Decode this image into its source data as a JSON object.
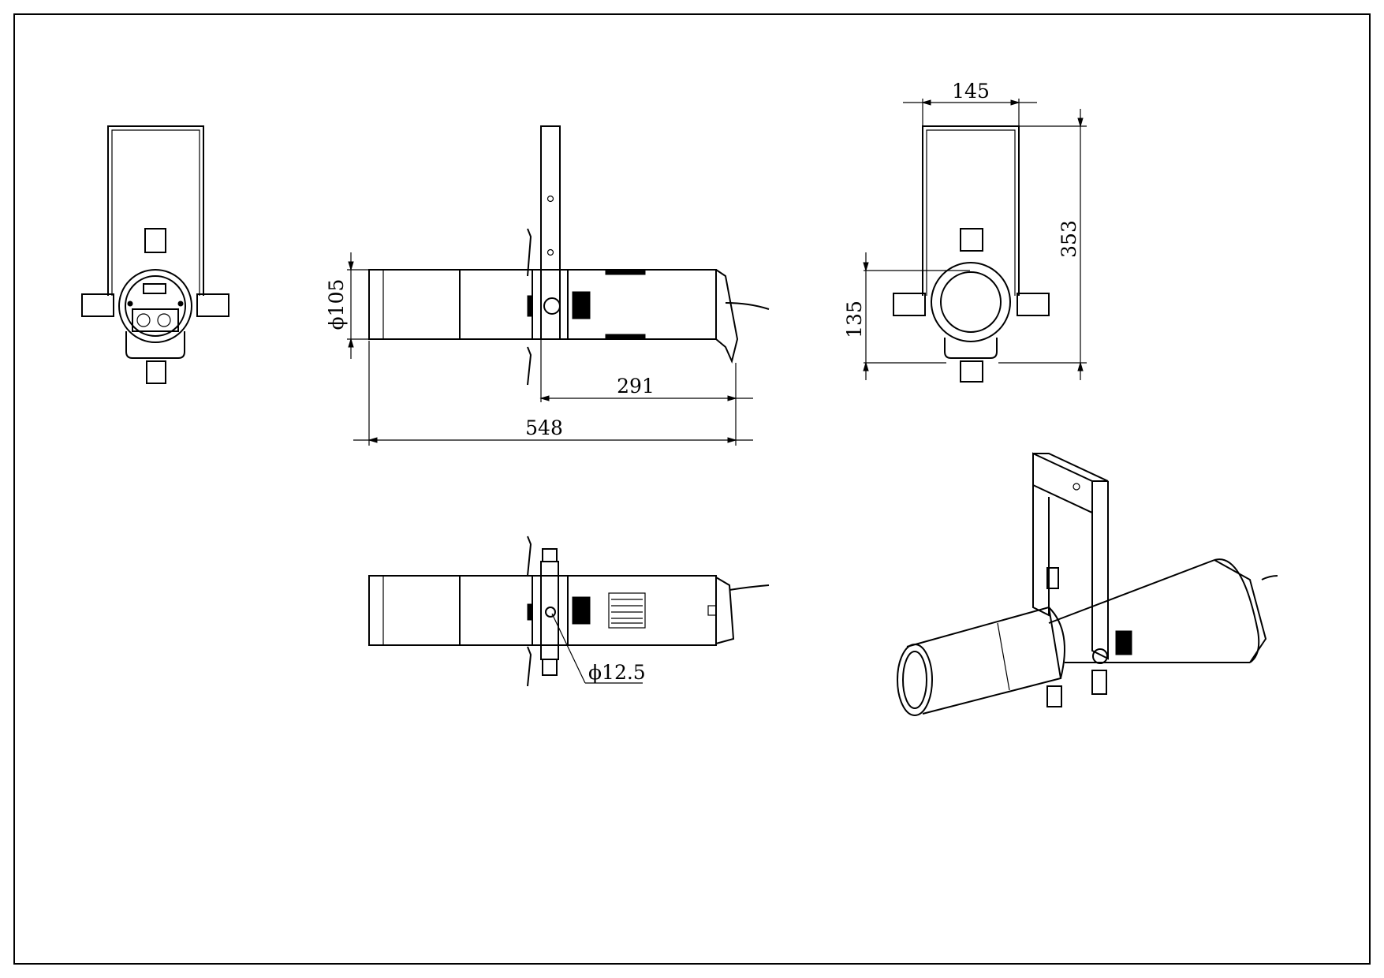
{
  "dimensions": {
    "lens_diameter": "ϕ105",
    "body_length": "291",
    "overall_length": "548",
    "bracket_width": "145",
    "overall_height": "353",
    "body_height": "135",
    "mount_hole": "ϕ12.5"
  }
}
